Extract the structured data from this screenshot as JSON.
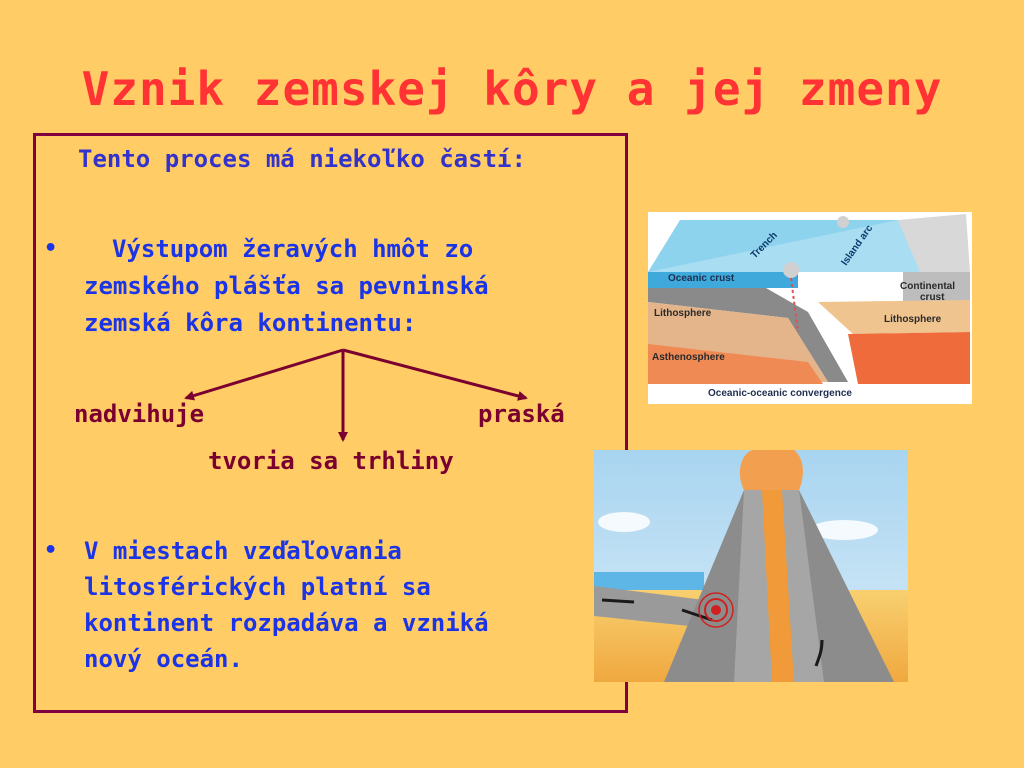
{
  "slide": {
    "title": "Vznik zemskej kôry a jej zmeny",
    "intro": "Tento proces má niekoľko častí:",
    "bullet1": {
      "line1": "Výstupom žeravých hmôt zo",
      "line2": "zemského plášťa sa pevninská",
      "line3": "zemská kôra kontinentu:"
    },
    "branches": {
      "left": "nadvihuje",
      "right": "praská",
      "center": "tvoria sa trhliny"
    },
    "bullet2": {
      "line1": "V miestach vzďaľovania",
      "line2": "litosférických platní sa",
      "line3": "kontinent rozpadáva a vzniká",
      "line4": "nový oceán."
    }
  },
  "diagram": {
    "trench": "Trench",
    "island_arc": "Island arc",
    "oceanic_crust": "Oceanic crust",
    "continental_crust_1": "Continental",
    "continental_crust_2": "crust",
    "lithosphere_left": "Lithosphere",
    "lithosphere_right": "Lithosphere",
    "asthenosphere": "Asthenosphere",
    "caption": "Oceanic-oceanic convergence"
  },
  "colors": {
    "background": "#FFCC66",
    "title": "#FF3333",
    "border": "#800040",
    "text_blue": "#3333CC",
    "text_bright_blue": "#1A34E6",
    "text_maroon": "#7A0030"
  }
}
